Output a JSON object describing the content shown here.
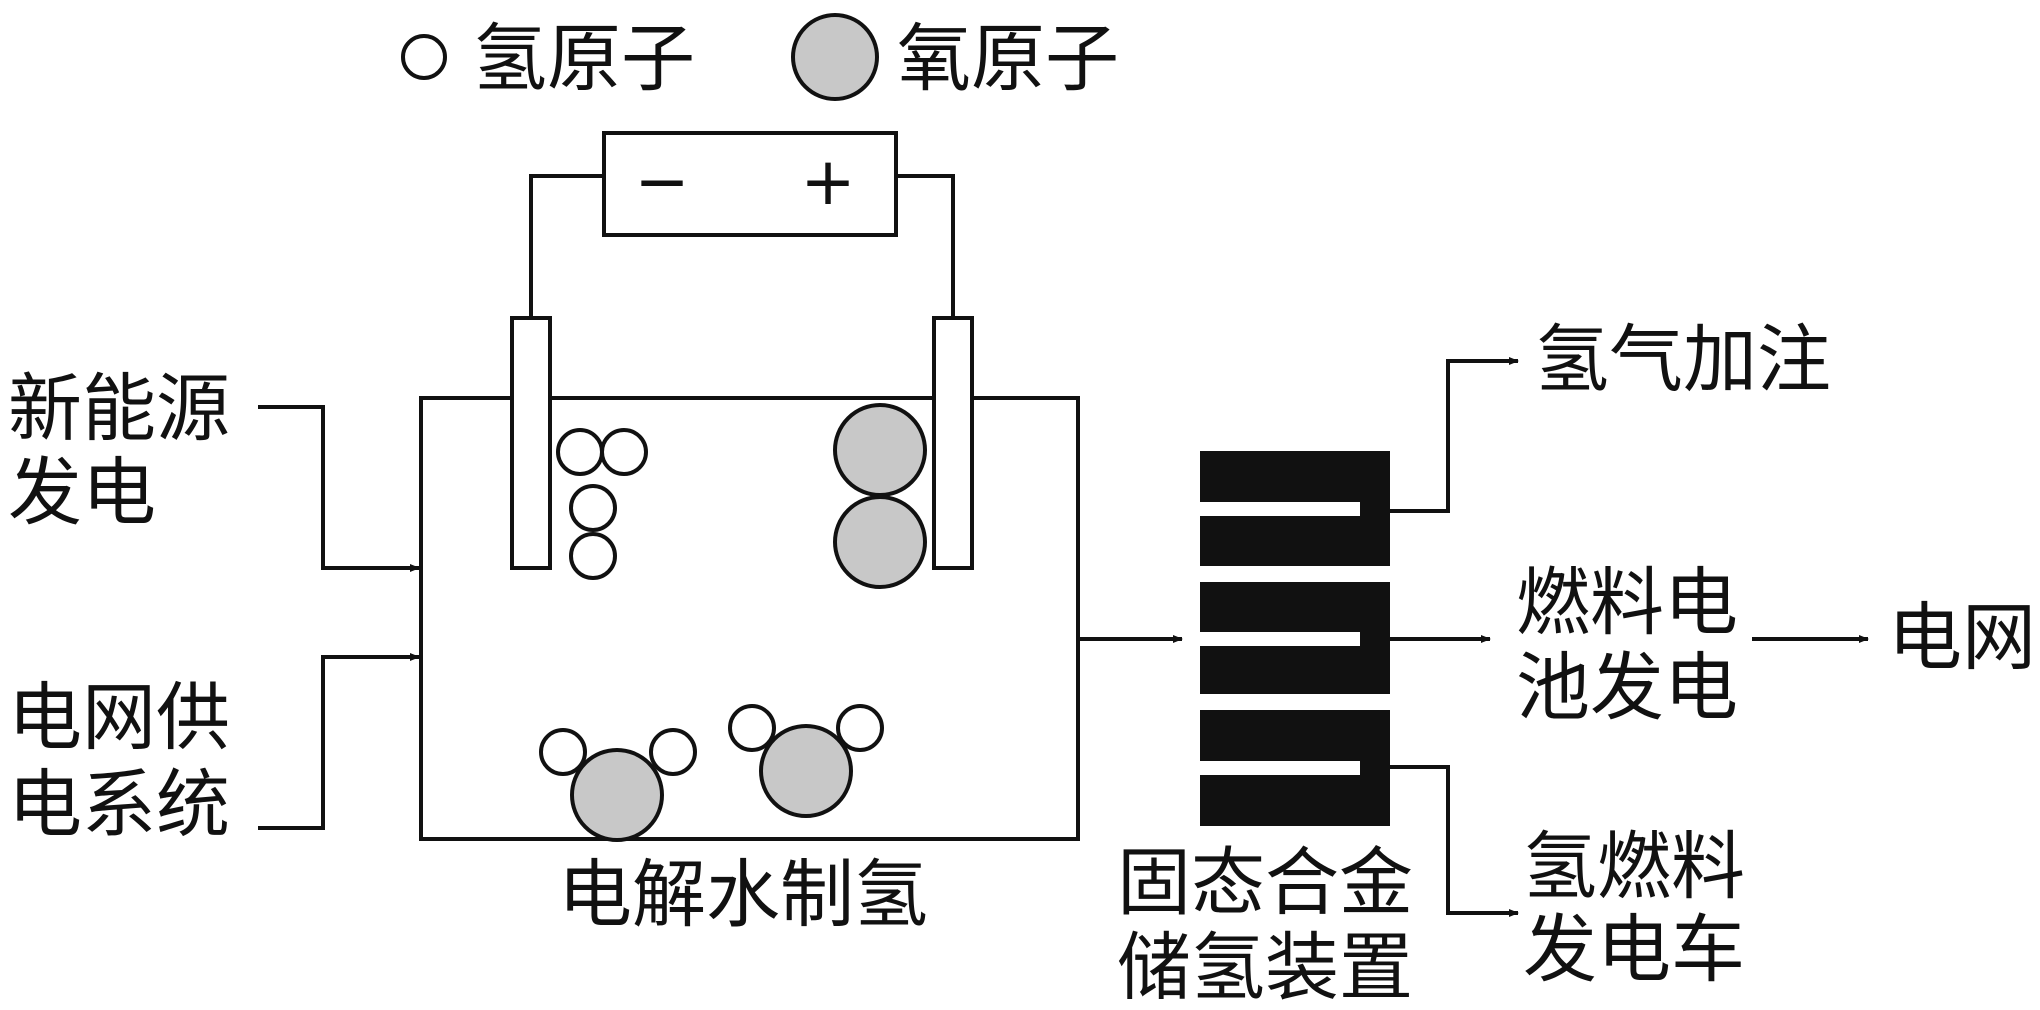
{
  "colors": {
    "line": "#111111",
    "oxygen_fill": "#c8c8c8",
    "hydrogen_fill": "#ffffff",
    "storage_fill": "#111111",
    "background": "#ffffff"
  },
  "legend": {
    "hydrogen": "氢原子",
    "oxygen": "氧原子"
  },
  "battery": {
    "negative": "−",
    "positive": "+"
  },
  "inputs": {
    "renewable_line1": "新能源",
    "renewable_line2": "发电",
    "grid_line1": "电网供",
    "grid_line2": "电系统"
  },
  "electrolyzer": {
    "label": "电解水制氢"
  },
  "storage": {
    "label_line1": "固态合金",
    "label_line2": "储氢装置"
  },
  "outputs": {
    "refuel": "氢气加注",
    "fuelcell_line1": "燃料电",
    "fuelcell_line2": "池发电",
    "grid": "电网",
    "vehicle_line1": "氢燃料",
    "vehicle_line2": "发电车"
  }
}
